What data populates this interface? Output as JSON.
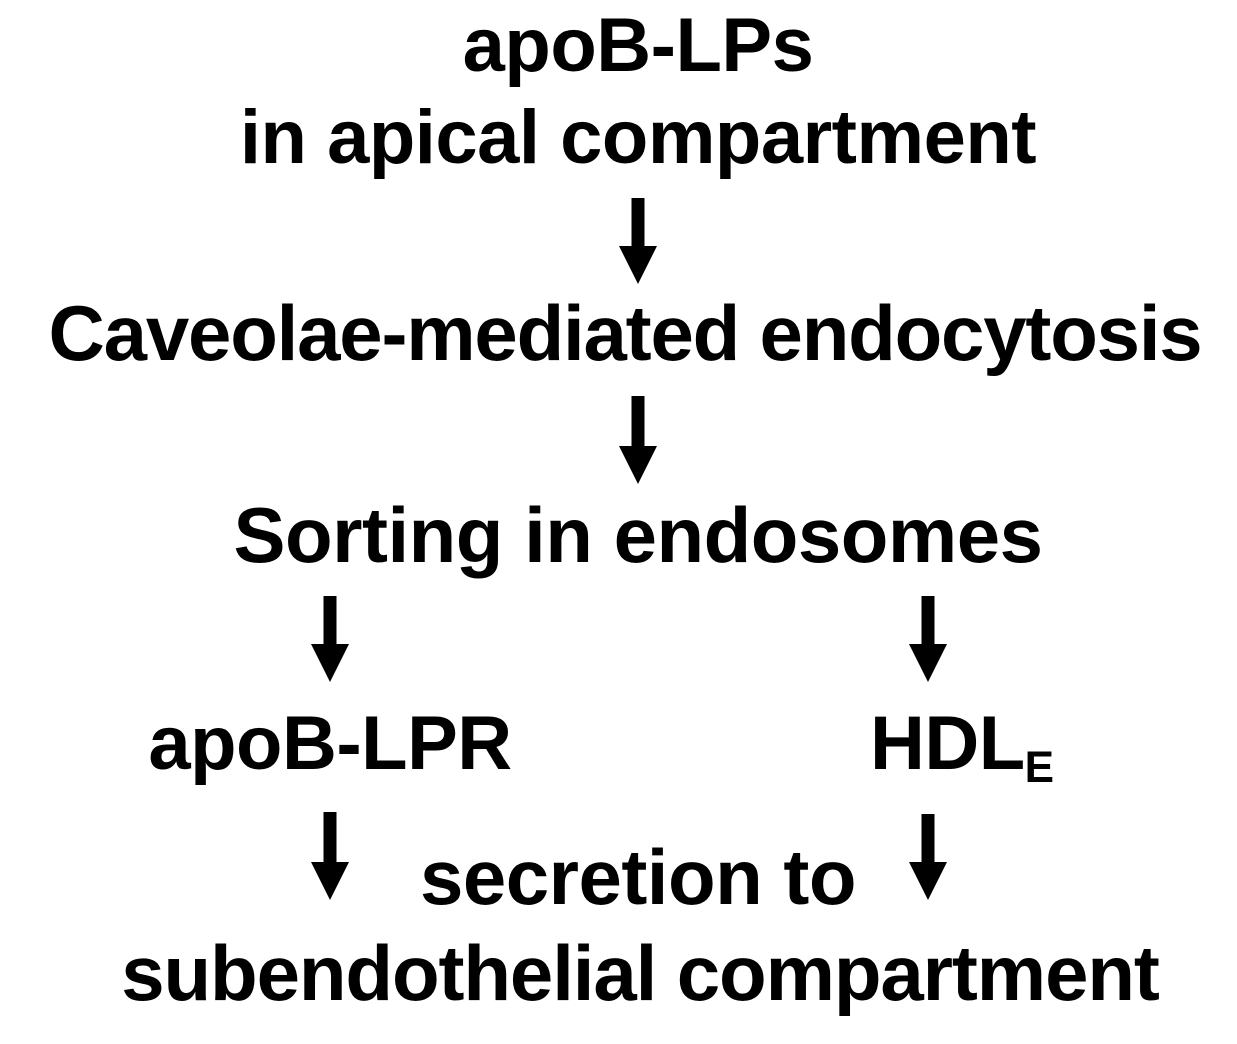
{
  "diagram": {
    "title": "apoB-LP transcytosis pathway",
    "background_color": "#ffffff",
    "text_color": "#000000",
    "type": "flowchart",
    "nodes": {
      "source_line1": "apoB-LPs",
      "source_line2": "in apical compartment",
      "endocytosis": "Caveolae-mediated endocytosis",
      "sorting": "Sorting in endosomes",
      "branch_left": "apoB-LPR",
      "branch_right_base": "HDL",
      "branch_right_subscript": "E",
      "outcome_line1": "secretion to",
      "outcome_line2": "subendothelial compartment"
    },
    "arrows": [
      {
        "name": "apical-to-endocytosis",
        "direction": "down",
        "from": "apoB-LPs in apical compartment",
        "to": "Caveolae-mediated endocytosis"
      },
      {
        "name": "endocytosis-to-sorting",
        "direction": "down",
        "from": "Caveolae-mediated endocytosis",
        "to": "Sorting in endosomes"
      },
      {
        "name": "sorting-to-apob-lpr",
        "direction": "down",
        "from": "Sorting in endosomes",
        "to": "apoB-LPR"
      },
      {
        "name": "sorting-to-hdl-e",
        "direction": "down",
        "from": "Sorting in endosomes",
        "to": "HDL E"
      },
      {
        "name": "apob-lpr-to-secretion",
        "direction": "down",
        "from": "apoB-LPR",
        "to": "secretion to subendothelial compartment"
      },
      {
        "name": "hdl-e-to-secretion",
        "direction": "down",
        "from": "HDL E",
        "to": "secretion to subendothelial compartment"
      }
    ]
  }
}
